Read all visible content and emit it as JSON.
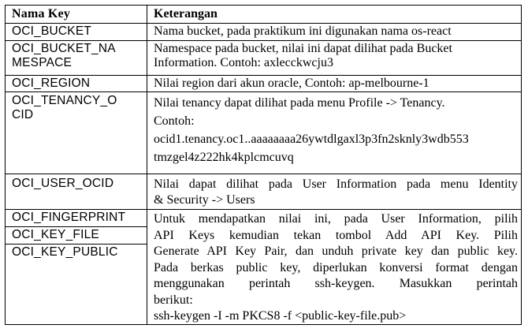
{
  "header": {
    "key_col": "Nama Key",
    "desc_col": "Keterangan"
  },
  "rows": [
    {
      "key_lines": [
        "OCI_BUCKET"
      ],
      "desc_lines": [
        "Nama bucket, pada praktikum ini digunakan nama os-react"
      ]
    },
    {
      "key_lines": [
        "OCI_BUCKET_NA",
        "MESPACE"
      ],
      "desc_lines": [
        "Namespace pada bucket, nilai ini dapat dilihat pada Bucket",
        "Information. Contoh: axlecckwcju3"
      ]
    },
    {
      "key_lines": [
        "OCI_REGION"
      ],
      "desc_lines": [
        "Nilai region dari akun oracle, Contoh: ap-melbourne-1"
      ]
    },
    {
      "key_lines": [
        "OCI_TENANCY_O",
        "CID"
      ],
      "desc_lines": [
        "Nilai tenancy dapat dilihat pada menu Profile -> Tenancy.",
        "Contoh:",
        "ocid1.tenancy.oc1..aaaaaaaa26ywtdlgaxl3p3fn2sknly3wdb553",
        "tmzgel4z222hk4kplcmcuvq"
      ]
    },
    {
      "key_lines": [
        "OCI_USER_OCID"
      ],
      "desc_lines": [
        "Nilai dapat dilihat pada User Information pada menu Identity",
        "& Security -> Users"
      ]
    },
    {
      "keys": [
        "OCI_FINGERPRINT",
        "OCI_KEY_FILE",
        "OCI_KEY_PUBLIC"
      ],
      "desc_lines": [
        "Untuk mendapatkan nilai ini, pada User Information, pilih",
        "API Keys kemudian tekan tombol Add API Key. Pilih",
        "Generate API Key Pair, dan unduh private key dan public key.",
        "Pada berkas public key, diperlukan konversi format dengan",
        "menggunakan perintah ssh-keygen. Masukkan perintah",
        "berikut:",
        "ssh-keygen -I -m PKCS8 -f <public-key-file.pub>"
      ]
    }
  ]
}
